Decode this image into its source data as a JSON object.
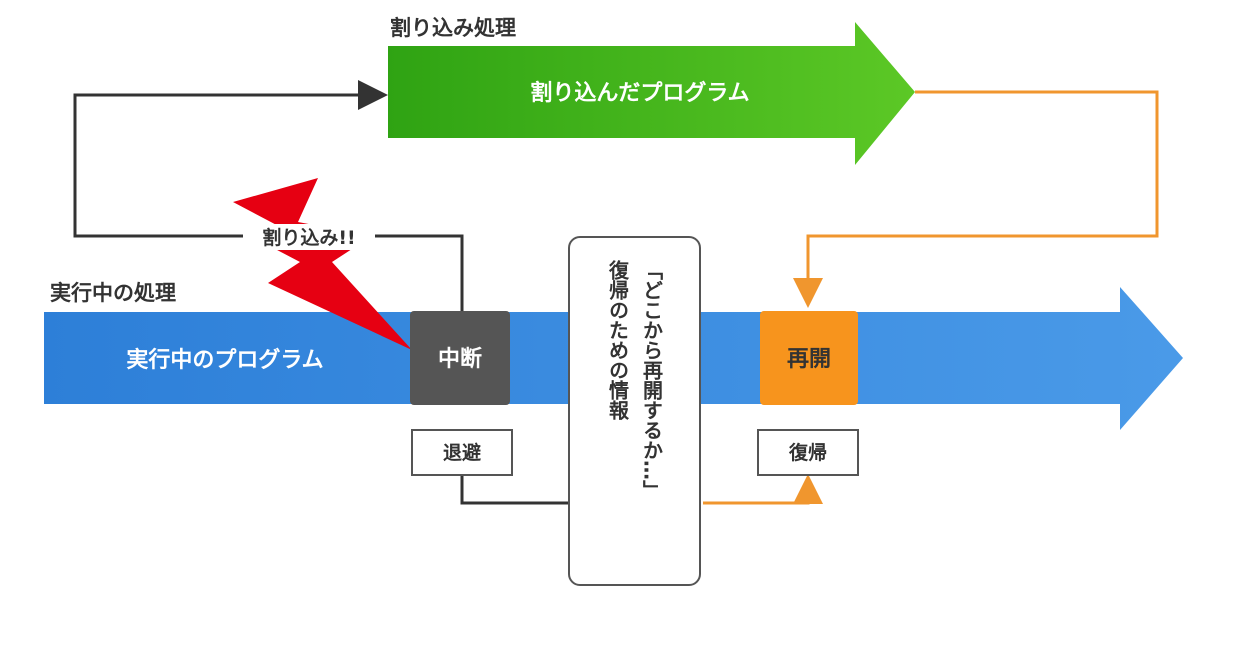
{
  "interrupt_section": {
    "label": "割り込み処理",
    "program": "割り込んだプログラム",
    "color": "#4cbb1e"
  },
  "running_section": {
    "label": "実行中の処理",
    "program": "実行中のプログラム",
    "color": "#3a8fe0"
  },
  "interrupt_event": {
    "label": "割り込み!!",
    "color": "#e60012"
  },
  "suspend": {
    "label": "中断",
    "color": "#555555"
  },
  "resume": {
    "label": "再開",
    "color": "#f7941d"
  },
  "save": {
    "label": "退避"
  },
  "restore": {
    "label": "復帰"
  },
  "info_box": {
    "line1": "「どこから再開するか…」",
    "line2": "復帰のための情報"
  }
}
